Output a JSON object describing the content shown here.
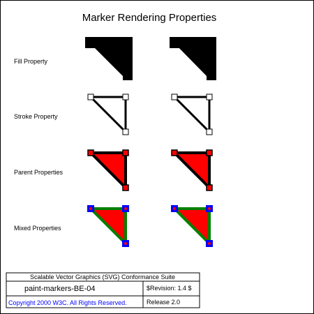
{
  "title": "Marker Rendering Properties",
  "rows": [
    {
      "label": "Fill Property"
    },
    {
      "label": "Stroke Property"
    },
    {
      "label": "Parent Properties"
    },
    {
      "label": "Mixed Properties"
    }
  ],
  "footer": {
    "suite": "Scalable Vector Graphics (SVG) Conformance Suite",
    "test_name": "paint-markers-BE-04",
    "revision": "$Revision: 1.4 $",
    "copyright": "Copyright 2000 W3C. All Rights Reserved.",
    "release": "Release 2.0"
  },
  "colors": {
    "frame": "#000000",
    "red_fill": "#ff0000",
    "blue_marker": "#0000ff",
    "green_stroke": "#008000",
    "copyright_text": "#0000ff"
  }
}
